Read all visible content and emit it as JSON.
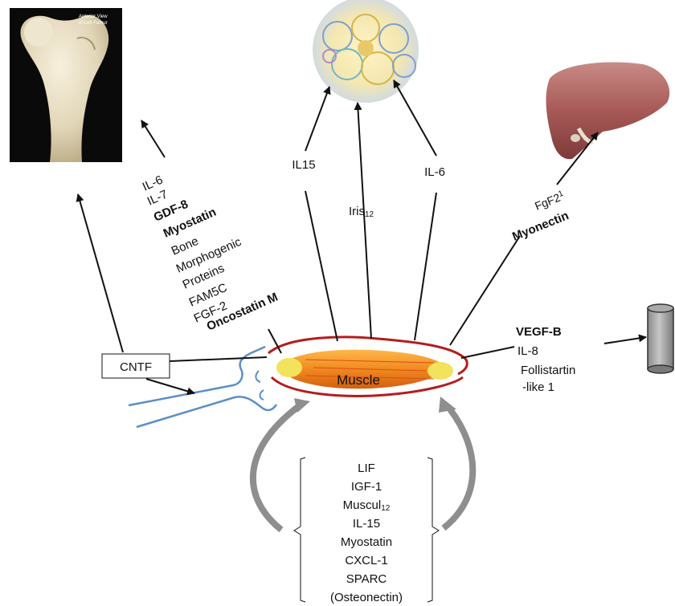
{
  "bone": {
    "caption_line1": "Anterior View",
    "caption_line2": "of Left Femur"
  },
  "center": {
    "label": "Muscle"
  },
  "ntf_box": {
    "label": "CNTF"
  },
  "fat_labels": {
    "il15": "IL15",
    "iris": "Iris",
    "iris_sub": "12",
    "il6": "IL-6"
  },
  "liver_labels": {
    "fgf_main": "FgF2",
    "fgf_sup": "1",
    "myonectin": "Myonectin"
  },
  "bone_labels": [
    "IL-6",
    "IL-7",
    "GDF-8",
    "Myostatin",
    "Bone",
    "Morphogenic",
    "Proteins",
    "FAM5C",
    "FGF-2",
    "Oncostatin M"
  ],
  "vessel_labels": [
    "VEGF-B",
    "IL-8",
    "Follistartin",
    "-like 1"
  ],
  "autocrine_list": {
    "items": [
      "LIF",
      "IGF-1",
      "Muscul",
      "IL-15",
      "Myostatin",
      "CXCL-1",
      "SPARC",
      "(Osteonectin)"
    ],
    "muscul_sub": "12"
  }
}
